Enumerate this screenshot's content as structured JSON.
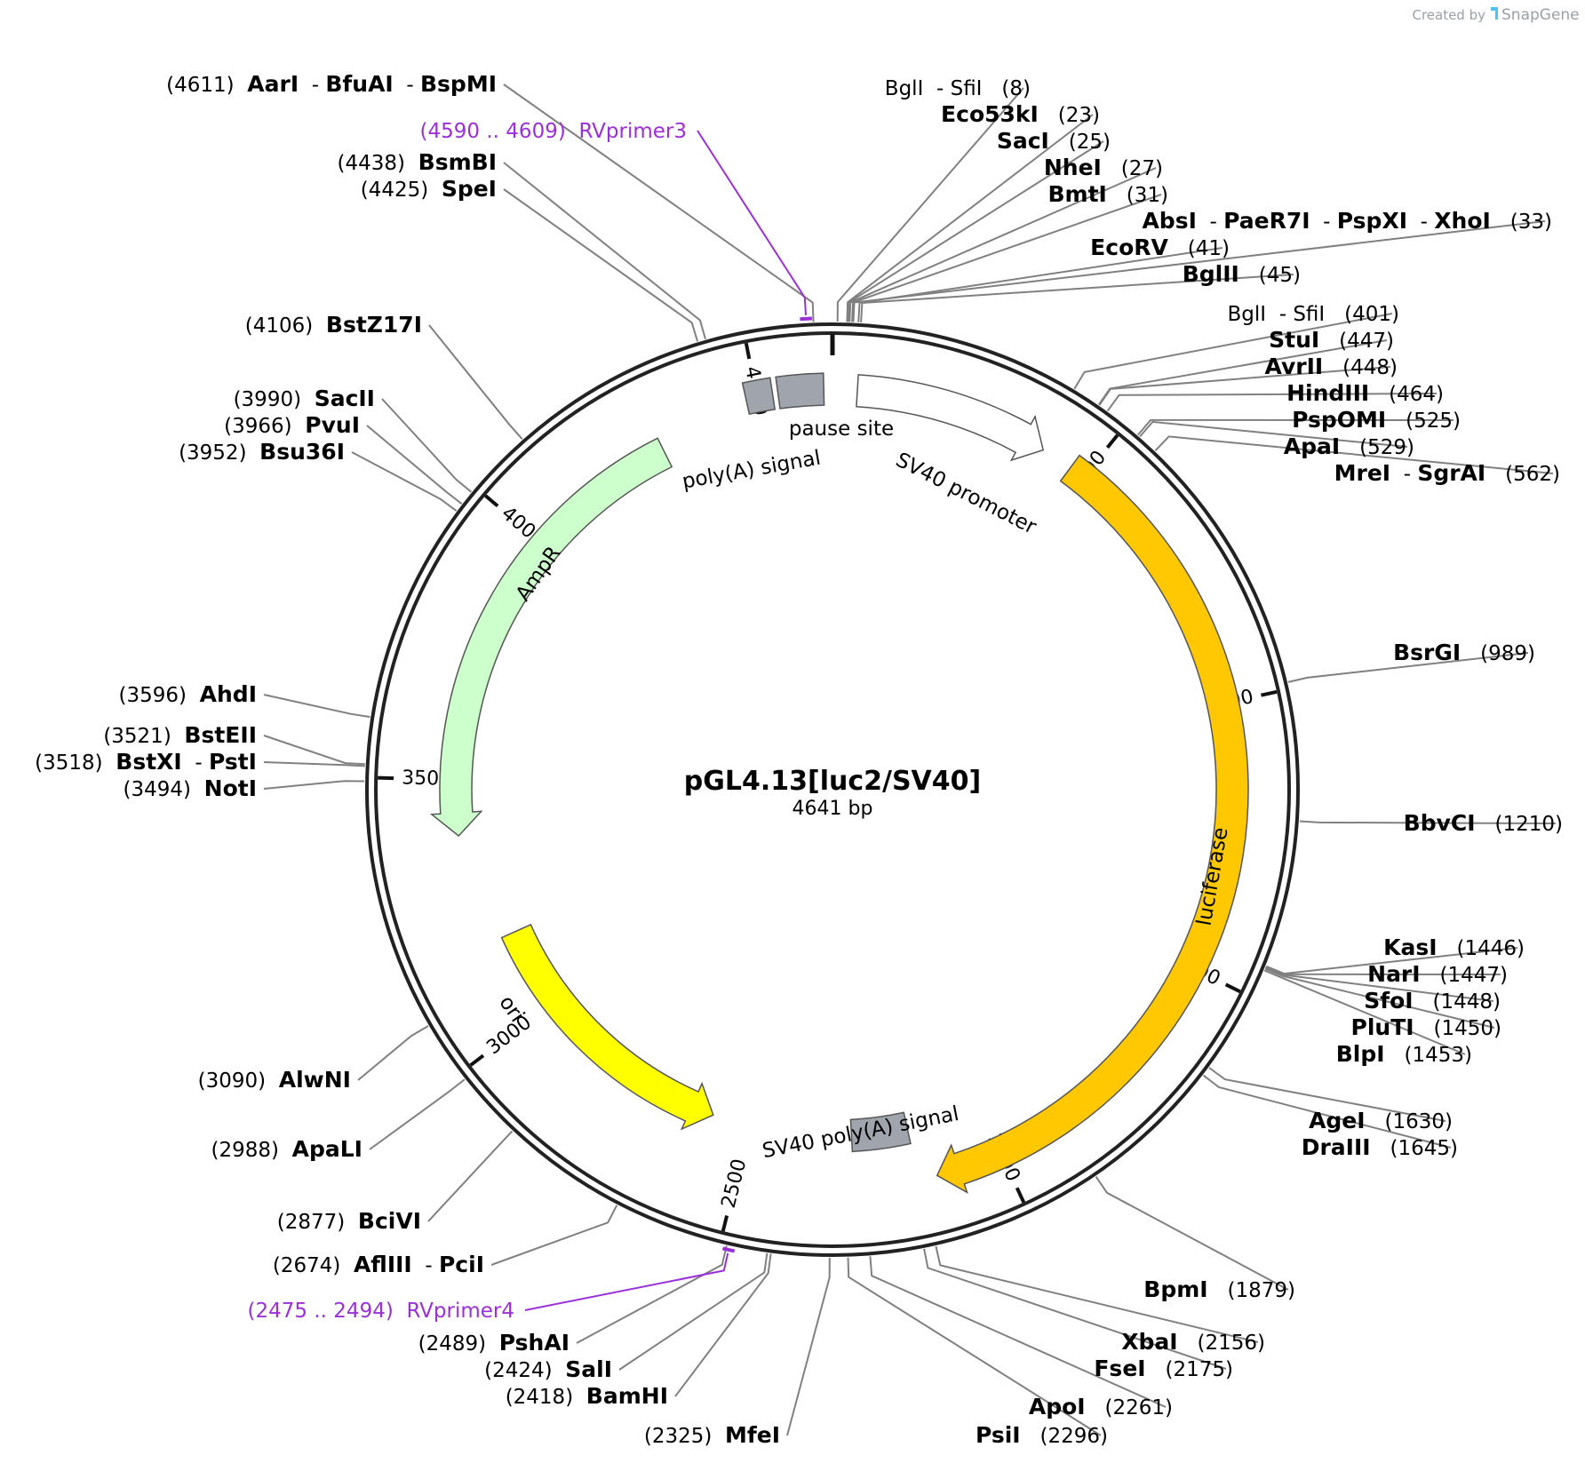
{
  "credit": {
    "prefix": "Created by",
    "brand": "SnapGene"
  },
  "plasmid": {
    "name": "pGL4.13[luc2/SV40]",
    "size_label": "4641 bp",
    "length": 4641
  },
  "ticks": [
    {
      "pos": 500,
      "label": "500"
    },
    {
      "pos": 1000,
      "label": "1000"
    },
    {
      "pos": 1500,
      "label": "1500"
    },
    {
      "pos": 2000,
      "label": "2000"
    },
    {
      "pos": 2500,
      "label": "2500"
    },
    {
      "pos": 3000,
      "label": "3000"
    },
    {
      "pos": 3500,
      "label": "3500"
    },
    {
      "pos": 4000,
      "label": "4000"
    },
    {
      "pos": 4500,
      "label": "4500"
    }
  ],
  "features": [
    {
      "id": "sv40-promoter",
      "label": "SV40 promoter",
      "start": 46,
      "end": 410,
      "color": "#ffffff",
      "arrow": "cw"
    },
    {
      "id": "luciferase",
      "label": "luciferase",
      "start": 470,
      "end": 2125,
      "color": "#ffc800",
      "arrow": "cw"
    },
    {
      "id": "sv40-polya",
      "label": "SV40 poly(A) signal",
      "start": 2160,
      "end": 2280,
      "color": "#a0a5ad",
      "arrow": "none"
    },
    {
      "id": "ori",
      "label": "ori",
      "start": 2580,
      "end": 3170,
      "color": "#ffff00",
      "arrow": "ccw"
    },
    {
      "id": "ampr",
      "label": "AmpR",
      "start": 3390,
      "end": 4300,
      "color": "#ccffcc",
      "arrow": "ccw"
    },
    {
      "id": "polya-signal",
      "label": "poly(A) signal",
      "start": 4480,
      "end": 4530,
      "color": "#a0a5ad",
      "arrow": "none"
    },
    {
      "id": "pause-site",
      "label": "pause site",
      "start": 4540,
      "end": 4625,
      "color": "#a0a5ad",
      "arrow": "none"
    }
  ],
  "primers": [
    {
      "id": "rvprimer3",
      "range": "(4590 .. 4609)",
      "name": "RVprimer3"
    },
    {
      "id": "rvprimer4",
      "range": "(2475 .. 2494)",
      "name": "RVprimer4"
    }
  ],
  "sites": [
    {
      "pos_label": "(4611)",
      "names": [
        "AarI",
        "BfuAI",
        "BspMI"
      ]
    },
    {
      "pos_label": "(4438)",
      "names": [
        "BsmBI"
      ]
    },
    {
      "pos_label": "(4425)",
      "names": [
        "SpeI"
      ]
    },
    {
      "pos_label": "(8)",
      "names": [
        "BglI",
        "SfiI"
      ],
      "plain": true
    },
    {
      "pos_label": "(23)",
      "names": [
        "Eco53kI"
      ]
    },
    {
      "pos_label": "(25)",
      "names": [
        "SacI"
      ]
    },
    {
      "pos_label": "(27)",
      "names": [
        "NheI"
      ]
    },
    {
      "pos_label": "(31)",
      "names": [
        "BmtI"
      ]
    },
    {
      "pos_label": "(33)",
      "names": [
        "AbsI",
        "PaeR7I",
        "PspXI",
        "XhoI"
      ]
    },
    {
      "pos_label": "(41)",
      "names": [
        "EcoRV"
      ]
    },
    {
      "pos_label": "(45)",
      "names": [
        "BglII"
      ]
    },
    {
      "pos_label": "(401)",
      "names": [
        "BglI",
        "SfiI"
      ],
      "plain": true
    },
    {
      "pos_label": "(447)",
      "names": [
        "StuI"
      ]
    },
    {
      "pos_label": "(448)",
      "names": [
        "AvrII"
      ]
    },
    {
      "pos_label": "(464)",
      "names": [
        "HindIII"
      ]
    },
    {
      "pos_label": "(525)",
      "names": [
        "PspOMI"
      ]
    },
    {
      "pos_label": "(529)",
      "names": [
        "ApaI"
      ]
    },
    {
      "pos_label": "(562)",
      "names": [
        "MreI",
        "SgrAI"
      ]
    },
    {
      "pos_label": "(989)",
      "names": [
        "BsrGI"
      ]
    },
    {
      "pos_label": "(1210)",
      "names": [
        "BbvCI"
      ]
    },
    {
      "pos_label": "(1446)",
      "names": [
        "KasI"
      ]
    },
    {
      "pos_label": "(1447)",
      "names": [
        "NarI"
      ]
    },
    {
      "pos_label": "(1448)",
      "names": [
        "SfoI"
      ]
    },
    {
      "pos_label": "(1450)",
      "names": [
        "PluTI"
      ]
    },
    {
      "pos_label": "(1453)",
      "names": [
        "BlpI"
      ]
    },
    {
      "pos_label": "(1630)",
      "names": [
        "AgeI"
      ]
    },
    {
      "pos_label": "(1645)",
      "names": [
        "DraIII"
      ]
    },
    {
      "pos_label": "(1879)",
      "names": [
        "BpmI"
      ]
    },
    {
      "pos_label": "(2156)",
      "names": [
        "XbaI"
      ]
    },
    {
      "pos_label": "(2175)",
      "names": [
        "FseI"
      ]
    },
    {
      "pos_label": "(2261)",
      "names": [
        "ApoI"
      ]
    },
    {
      "pos_label": "(2296)",
      "names": [
        "PsiI"
      ]
    },
    {
      "pos_label": "(2325)",
      "names": [
        "MfeI"
      ]
    },
    {
      "pos_label": "(2418)",
      "names": [
        "BamHI"
      ]
    },
    {
      "pos_label": "(2424)",
      "names": [
        "SalI"
      ]
    },
    {
      "pos_label": "(2489)",
      "names": [
        "PshAI"
      ]
    },
    {
      "pos_label": "(2674)",
      "names": [
        "AflIII",
        "PciI"
      ]
    },
    {
      "pos_label": "(2877)",
      "names": [
        "BciVI"
      ]
    },
    {
      "pos_label": "(2988)",
      "names": [
        "ApaLI"
      ]
    },
    {
      "pos_label": "(3090)",
      "names": [
        "AlwNI"
      ]
    },
    {
      "pos_label": "(3494)",
      "names": [
        "NotI"
      ]
    },
    {
      "pos_label": "(3518)",
      "names": [
        "BstXI",
        "PstI"
      ]
    },
    {
      "pos_label": "(3521)",
      "names": [
        "BstEII"
      ]
    },
    {
      "pos_label": "(3596)",
      "names": [
        "AhdI"
      ]
    },
    {
      "pos_label": "(3952)",
      "names": [
        "Bsu36I"
      ]
    },
    {
      "pos_label": "(3966)",
      "names": [
        "PvuI"
      ]
    },
    {
      "pos_label": "(3990)",
      "names": [
        "SacII"
      ]
    },
    {
      "pos_label": "(4106)",
      "names": [
        "BstZ17I"
      ]
    }
  ]
}
